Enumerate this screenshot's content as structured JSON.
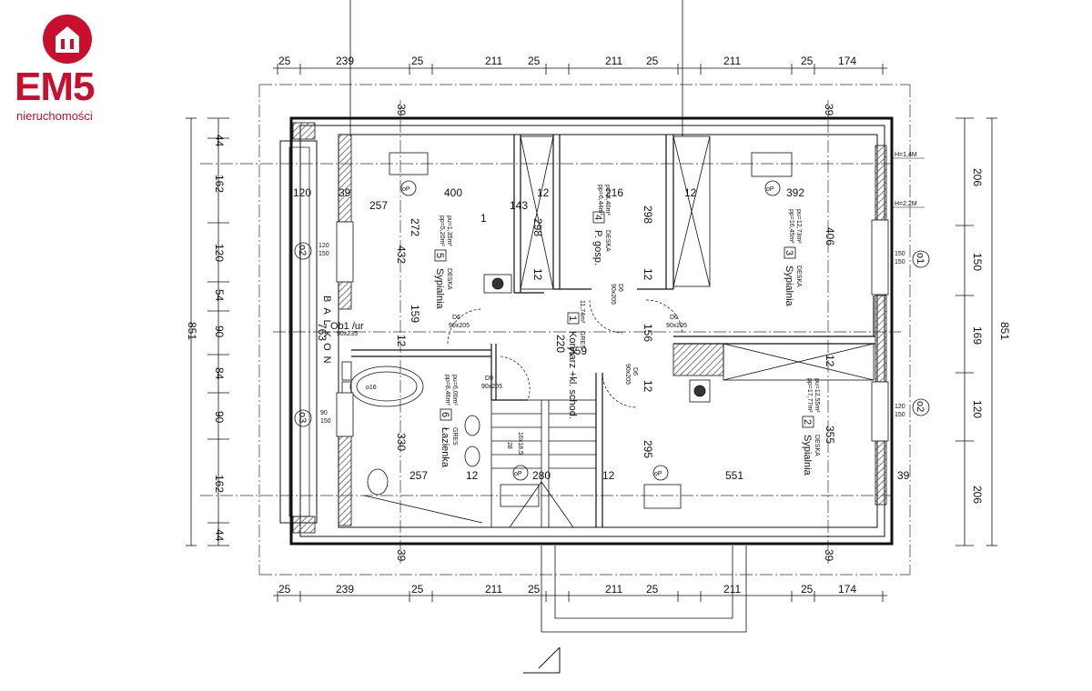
{
  "logo": {
    "brand": "EM5",
    "subtitle": "nieruchomości",
    "brand_color": "#c8102e",
    "icon": "house-icon"
  },
  "dims": {
    "top_row": [
      "25",
      "239",
      "25",
      "211",
      "25",
      "211",
      "25",
      "211",
      "25",
      "174"
    ],
    "bottom_row": [
      "25",
      "239",
      "25",
      "211",
      "25",
      "211",
      "25",
      "211",
      "25",
      "174"
    ],
    "left_col": [
      "44",
      "162",
      "120",
      "54",
      "90",
      "84",
      "90",
      "162",
      "44"
    ],
    "left_total": "851",
    "right_col": [
      "206",
      "150",
      "169",
      "120",
      "206"
    ],
    "right_total": "851",
    "top_39_left": "39",
    "top_39_right": "39",
    "bottom_39_left": "39",
    "bottom_39_right": "39"
  },
  "interior_dims": [
    "120",
    "39",
    "257",
    "400",
    "143",
    "12",
    "216",
    "298",
    "12",
    "392",
    "406",
    "272",
    "432",
    "1",
    "298",
    "12",
    "12",
    "159",
    "763",
    "12",
    "220",
    "359",
    "156",
    "12",
    "12",
    "330",
    "257",
    "12",
    "280",
    "12",
    "295",
    "551",
    "39",
    "355"
  ],
  "heights": {
    "h1": "H=1,4M",
    "h2": "H=2,2M"
  },
  "rooms": [
    {
      "num": "5",
      "name": "Sypialnia",
      "pu": "pu=1,35m²",
      "pp": "pp=5,20m²",
      "floor": "DESKA"
    },
    {
      "num": "4",
      "name": "P. gosp.",
      "pu": "pu=4,40m²",
      "pp": "pp=6,44m²",
      "floor": "DESKA"
    },
    {
      "num": "3",
      "name": "Sypialnia",
      "pu": "pu=12,73m²",
      "pp": "pp=16,45m²",
      "floor": "DESKA"
    },
    {
      "num": "1",
      "name": "Korytarz +kl. schod.",
      "pu": "11,74m²",
      "pp": "",
      "floor": "GRES"
    },
    {
      "num": "6",
      "name": "Łazienka",
      "pu": "pu=6,00m²",
      "pp": "pp=8,46m²",
      "floor": "GRES"
    },
    {
      "num": "2",
      "name": "Sypialnia",
      "pu": "pu=12,55m²",
      "pp": "pp=17,77m²",
      "floor": "DESKA"
    }
  ],
  "doors": [
    {
      "label": "D6",
      "size": "90x205"
    },
    {
      "label": "D6",
      "size": "90x205"
    },
    {
      "label": "D6",
      "size": "90x205"
    },
    {
      "label": "D6",
      "size": "90x205"
    },
    {
      "label": "D9",
      "size": "90x205"
    },
    {
      "label": "D6",
      "size": "90x205"
    }
  ],
  "windows": {
    "o1": "o1",
    "o2": "o2",
    "o2_left": "o2",
    "o3": "o3",
    "ob1": "Ob1 /ur",
    "ob1_size": "90x235"
  },
  "window_sizes": [
    "150",
    "150",
    "120",
    "150",
    "120",
    "150",
    "90",
    "150"
  ],
  "balcony": "BALKON",
  "marker": "oP",
  "stairs": "16x18,5",
  "stair_count": "28"
}
